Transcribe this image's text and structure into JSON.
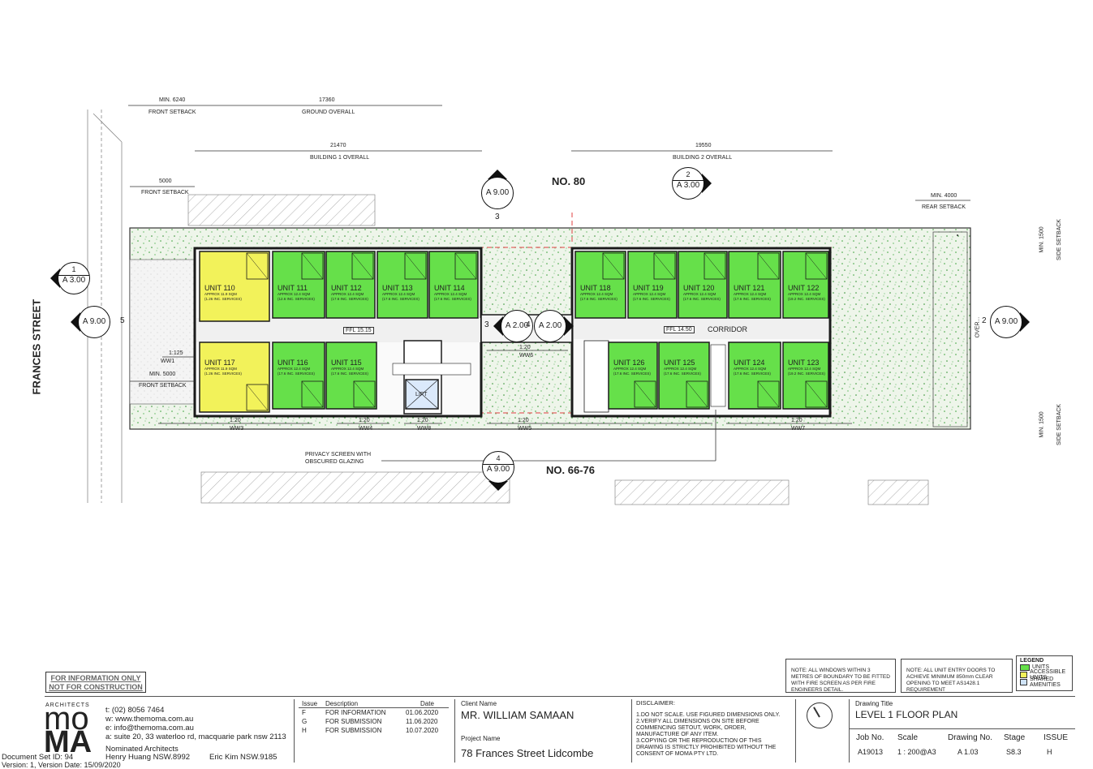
{
  "drawing": {
    "street_left": "FRANCES STREET",
    "neighbour_top": "NO. 80",
    "neighbour_bottom": "NO. 66-76",
    "corridor_label": "CORRIDOR",
    "lift_label": "LIFT",
    "ffl_left": "FFL 15.15",
    "ffl_right": "FFL 14.50",
    "privacy_note": [
      "PRIVACY SCREEN WITH",
      "OBSCURED GLAZING"
    ],
    "dims": {
      "min_6240": "MIN. 6240",
      "front_setback_1": "FRONT SETBACK",
      "d17360": "17360",
      "ground_overall": "GROUND OVERALL",
      "d21470": "21470",
      "building1_overall": "BUILDING 1 OVERALL",
      "d19550": "19550",
      "building2_overall": "BUILDING 2 OVERALL",
      "d5000": "5000",
      "front_setback_2": "FRONT SETBACK",
      "min_4000": "MIN. 4000",
      "rear_setback": "REAR SETBACK",
      "min_1500_a": "MIN. 1500",
      "side_setback_a": "SIDE SETBACK",
      "min_1500_b": "MIN. 1500",
      "side_setback_b": "SIDE SETBACK",
      "r1_125": "1:125",
      "ww1": "WW1",
      "min_5000": "MIN. 5000",
      "front_setback_3": "FRONT SETBACK",
      "r1_20_a": "1:20",
      "ww3": "WW3",
      "r1_20_b": "1:20",
      "ww4": "WW4",
      "r1_20_c": "1:20",
      "ww8": "WW8",
      "r1_20_d": "1:20",
      "ww5": "WW5",
      "r1_20_e": "1:20",
      "ww7": "WW7",
      "r1_20_f": "1:20",
      "ww6": "WW6",
      "over": "OVER..."
    },
    "callouts": [
      {
        "top": "",
        "ref": "A 9.00",
        "num": "3"
      },
      {
        "top": "2",
        "ref": "A 3.00",
        "num": ""
      },
      {
        "top": "1",
        "ref": "A 3.00",
        "num": ""
      },
      {
        "top": "",
        "ref": "A 9.00",
        "num": "5"
      },
      {
        "top": "",
        "ref": "A 2.00",
        "num": "3"
      },
      {
        "top": "",
        "ref": "A 2.00",
        "num": "4"
      },
      {
        "top": "",
        "ref": "A 9.00",
        "num": "2"
      },
      {
        "top": "4",
        "ref": "A 9.00",
        "num": ""
      }
    ],
    "units": [
      {
        "name": "UNIT 110",
        "area": "APPROX 11.9 SQM",
        "note": "(1.26 INC. SERVICES)",
        "type": "accessible"
      },
      {
        "name": "UNIT 111",
        "area": "APPROX 12.4 SQM",
        "note": "(12.6 INC. SERVICES)",
        "type": "unit"
      },
      {
        "name": "UNIT 112",
        "area": "APPROX 12.4 SQM",
        "note": "(17.6 INC. SERVICES)",
        "type": "unit"
      },
      {
        "name": "UNIT 113",
        "area": "APPROX 12.4 SQM",
        "note": "(17.6 INC. SERVICES)",
        "type": "unit"
      },
      {
        "name": "UNIT 114",
        "area": "APPROX 12.4 SQM",
        "note": "(17.6 INC. SERVICES)",
        "type": "unit"
      },
      {
        "name": "UNIT 117",
        "area": "APPROX 11.9 SQM",
        "note": "(1.26 INC. SERVICES)",
        "type": "accessible"
      },
      {
        "name": "UNIT 116",
        "area": "APPROX 12.4 SQM",
        "note": "(17.6 INC. SERVICES)",
        "type": "unit"
      },
      {
        "name": "UNIT 115",
        "area": "APPROX 12.4 SQM",
        "note": "(17.6 INC. SERVICES)",
        "type": "unit"
      },
      {
        "name": "UNIT 118",
        "area": "APPROX 12.4 SQM",
        "note": "(17.6 INC. SERVICES)",
        "type": "unit"
      },
      {
        "name": "UNIT 119",
        "area": "APPROX 12.4 SQM",
        "note": "(17.6 INC. SERVICES)",
        "type": "unit"
      },
      {
        "name": "UNIT 120",
        "area": "APPROX 12.4 SQM",
        "note": "(17.6 INC. SERVICES)",
        "type": "unit"
      },
      {
        "name": "UNIT 121",
        "area": "APPROX 12.4 SQM",
        "note": "(17.6 INC. SERVICES)",
        "type": "unit"
      },
      {
        "name": "UNIT 122",
        "area": "APPROX 12.4 SQM",
        "note": "(19.2 INC. SERVICES)",
        "type": "unit"
      },
      {
        "name": "UNIT 126",
        "area": "APPROX 12.4 SQM",
        "note": "(17.6 INC. SERVICES)",
        "type": "unit"
      },
      {
        "name": "UNIT 125",
        "area": "APPROX 12.4 SQM",
        "note": "(17.6 INC. SERVICES)",
        "type": "unit"
      },
      {
        "name": "UNIT 124",
        "area": "APPROX 12.4 SQM",
        "note": "(17.6 INC. SERVICES)",
        "type": "unit"
      },
      {
        "name": "UNIT 123",
        "area": "APPROX 12.4 SQM",
        "note": "(19.2 INC. SERVICES)",
        "type": "unit"
      }
    ],
    "colors": {
      "unit": "#66e04a",
      "accessible": "#f2f25a",
      "landscape": "#e9f3e4",
      "landscape_dot": "#3aa13a",
      "boundary": "#e04040",
      "wall": "#1a1a1a"
    }
  },
  "notes": {
    "windows": "NOTE: ALL WINDOWS WITHIN 3 METRES OF BOUNDARY TO BE FITTED WITH FIRE SCREEN AS PER FIRE ENGINEERS DETAIL.",
    "doors": "NOTE: ALL UNIT ENTRY DOORS TO ACHIEVE MINIMUM 850mm CLEAR OPENING TO MEET AS1428.1 REQUIREMENT"
  },
  "legend": {
    "title": "LEGEND",
    "items": [
      {
        "label": "UNITS",
        "color": "#66e04a"
      },
      {
        "label": "ACCESSIBLE UNITS",
        "color": "#f2f25a"
      },
      {
        "label": "SHARED AMENITIES",
        "color": "#cfe3f7"
      }
    ]
  },
  "stamp": {
    "line1": "FOR INFORMATION ONLY",
    "line2": "NOT FOR CONSTRUCTION"
  },
  "firm": {
    "architects": "ARCHITECTS",
    "logo_top": "mo",
    "logo_bottom": "MA",
    "phone": "t:  (02) 8056 7464",
    "web": "w:  www.themoma.com.au",
    "email": "e:  info@themoma.com.au",
    "address": "a:  suite 20, 33 waterloo rd, macquarie park nsw 2113",
    "nominated": "Nominated Architects",
    "arch1": "Henry Huang  NSW.8992",
    "arch2": "Eric Kim  NSW.9185"
  },
  "doc": {
    "set": "Document Set ID: 94",
    "version": "Version: 1, Version Date: 15/09/2020"
  },
  "issues": {
    "headers": [
      "Issue",
      "Description",
      "Date"
    ],
    "rows": [
      [
        "F",
        "FOR INFORMATION",
        "01.06.2020"
      ],
      [
        "G",
        "FOR SUBMISSION",
        "11.06.2020"
      ],
      [
        "H",
        "FOR SUBMISSION",
        "10.07.2020"
      ]
    ]
  },
  "client": {
    "client_label": "Client Name",
    "client_name": "MR. WILLIAM SAMAAN",
    "project_label": "Project Name",
    "project_name": "78 Frances Street Lidcombe"
  },
  "disclaimer": {
    "title": "DISCLAIMER:",
    "lines": [
      "1.DO NOT SCALE. USE FIGURED DIMENSIONS ONLY.",
      "2.VERIFY ALL DIMENSIONS ON SITE BEFORE",
      "COMMENCING SETOUT, WORK, ORDER,",
      "MANUFACTURE OF ANY ITEM.",
      "3.COPYING OR THE REPRODUCTION OF THIS",
      "DRAWING IS STRICTLY PROHIBITED WITHOUT THE",
      "CONSENT OF MOMA PTY LTD."
    ]
  },
  "title_block": {
    "title_label": "Drawing Title",
    "title": "LEVEL 1 FLOOR PLAN",
    "job_label": "Job No.",
    "job": "A19013",
    "scale_label": "Scale",
    "scale": "1 : 200@A3",
    "drawing_label": "Drawing No.",
    "drawing": "A 1.03",
    "stage_label": "Stage",
    "stage": "S8.3",
    "issue_label": "ISSUE",
    "issue": "H"
  }
}
